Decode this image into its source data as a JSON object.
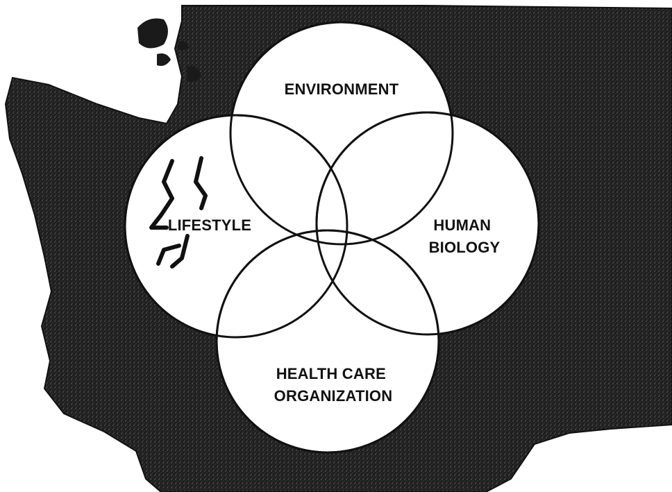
{
  "diagram": {
    "type": "venn",
    "background": "map-silhouette",
    "colors": {
      "land": "#1c1c1c",
      "circle_fill": "#ffffff",
      "circle_stroke": "#111111",
      "label": "#111111"
    },
    "circles": [
      {
        "id": "environment",
        "lines": [
          "ENVIRONMENT"
        ]
      },
      {
        "id": "lifestyle",
        "lines": [
          "LIFESTYLE"
        ]
      },
      {
        "id": "human-biology",
        "lines": [
          "HUMAN",
          "BIOLOGY"
        ]
      },
      {
        "id": "health-care-organization",
        "lines": [
          "HEALTH CARE",
          "ORGANIZATION"
        ]
      }
    ]
  }
}
